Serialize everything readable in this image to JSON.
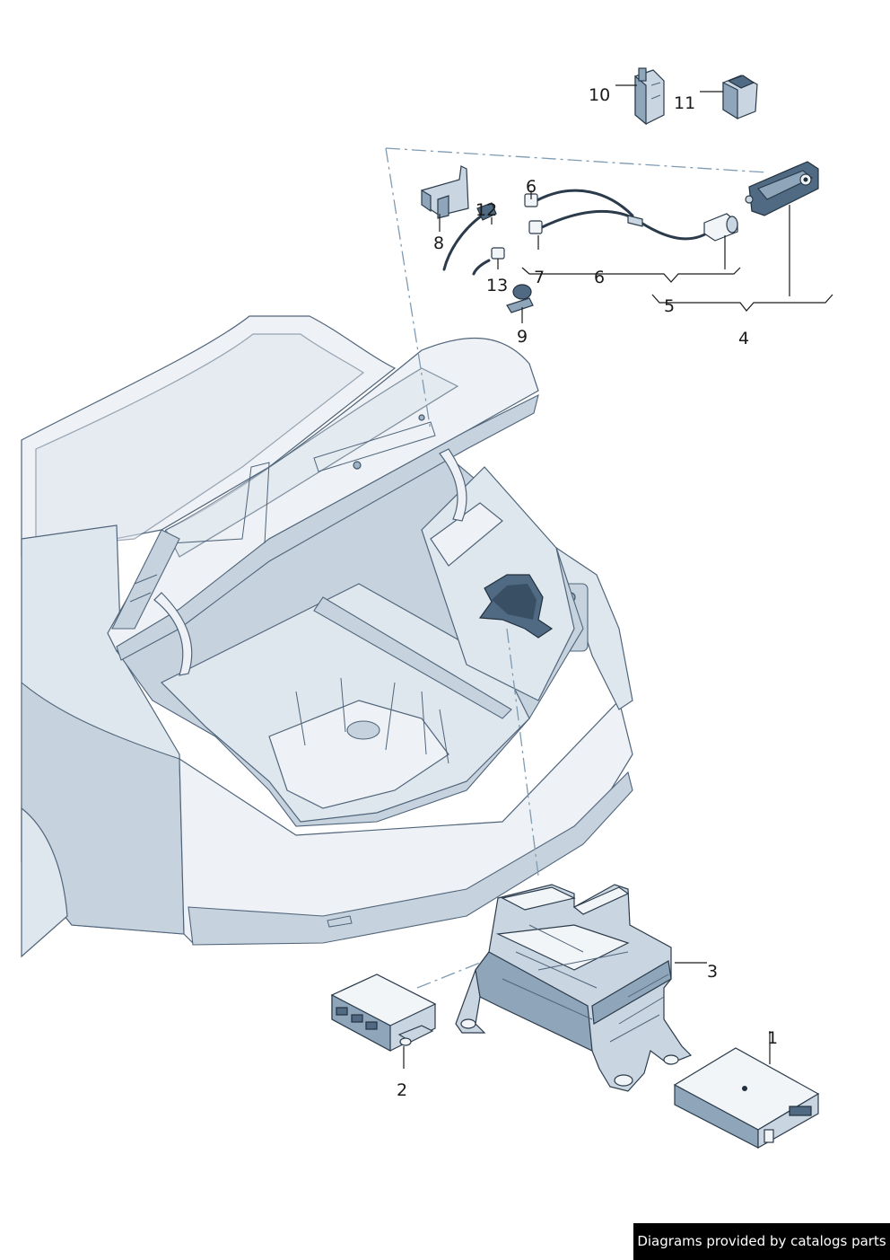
{
  "diagram": {
    "callouts": [
      {
        "id": "1",
        "label": "1"
      },
      {
        "id": "2",
        "label": "2"
      },
      {
        "id": "3",
        "label": "3"
      },
      {
        "id": "4",
        "label": "4"
      },
      {
        "id": "5",
        "label": "5"
      },
      {
        "id": "6a",
        "label": "6"
      },
      {
        "id": "6b",
        "label": "6"
      },
      {
        "id": "7",
        "label": "7"
      },
      {
        "id": "8",
        "label": "8"
      },
      {
        "id": "9",
        "label": "9"
      },
      {
        "id": "10",
        "label": "10"
      },
      {
        "id": "11",
        "label": "11"
      },
      {
        "id": "12",
        "label": "12"
      },
      {
        "id": "13",
        "label": "13"
      }
    ]
  },
  "footer": {
    "credit": "Diagrams provided by catalogs parts"
  },
  "colors": {
    "body": "#dfe7ee",
    "outline": "#50647a",
    "part": "#4f6a82",
    "guide": "#7f9bb2"
  }
}
